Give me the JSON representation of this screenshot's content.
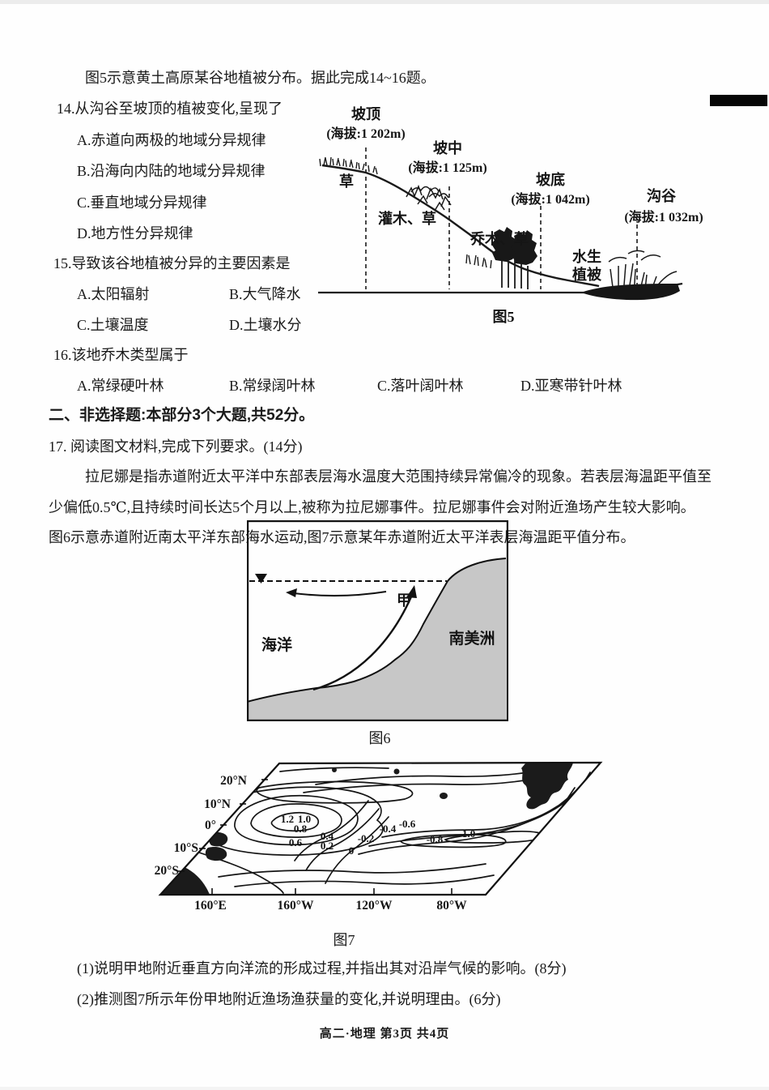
{
  "colors": {
    "text": "#1b1b1b",
    "land_gray": "#c7c7c7",
    "ink": "#151515",
    "water_dark": "#161616"
  },
  "page": {
    "intro": "图5示意黄土高原某谷地植被分布。据此完成14~16题。",
    "footer": "高二·地理 第3页 共4页"
  },
  "q14": {
    "stem": "14.从沟谷至坡顶的植被变化,呈现了",
    "options": [
      "A.赤道向两极的地域分异规律",
      "B.沿海向内陆的地域分异规律",
      "C.垂直地域分异规律",
      "D.地方性分异规律"
    ]
  },
  "q15": {
    "stem": "15.导致该谷地植被分异的主要因素是",
    "options": [
      "A.太阳辐射",
      "B.大气降水",
      "C.土壤温度",
      "D.土壤水分"
    ]
  },
  "q16": {
    "stem": "16.该地乔木类型属于",
    "options": [
      "A.常绿硬叶林",
      "B.常绿阔叶林",
      "C.落叶阔叶林",
      "D.亚寒带针叶林"
    ]
  },
  "section2": {
    "title": "二、非选择题:本部分3个大题,共52分。"
  },
  "q17": {
    "stem": "17. 阅读图文材料,完成下列要求。(14分)",
    "para1": "拉尼娜是指赤道附近太平洋中东部表层海水温度大范围持续异常偏冷的现象。若表层海温距平值至",
    "para2": "少偏低0.5℃,且持续时间长达5个月以上,被称为拉尼娜事件。拉尼娜事件会对附近渔场产生较大影响。",
    "para3": "图6示意赤道附近南太平洋东部海水运动,图7示意某年赤道附近太平洋表层海温距平值分布。",
    "sub1": "(1)说明甲地附近垂直方向洋流的形成过程,并指出其对沿岸气候的影响。(8分)",
    "sub2": "(2)推测图7所示年份甲地附近渔场渔获量的变化,并说明理由。(6分)"
  },
  "fig5": {
    "caption": "图5",
    "slope_top": "坡顶",
    "slope_top_elev": "(海拔:1 202m)",
    "slope_mid": "坡中",
    "slope_mid_elev": "(海拔:1 125m)",
    "slope_bottom": "坡底",
    "slope_bottom_elev": "(海拔:1 042m)",
    "gully": "沟谷",
    "gully_elev": "(海拔:1 032m)",
    "grass": "草",
    "shrub_grass": "灌木、草",
    "tree_grass": "乔木、草",
    "aquatic1": "水生",
    "aquatic2": "植被"
  },
  "fig6": {
    "caption": "图6",
    "ocean": "海洋",
    "south_america": "南美洲",
    "jia": "甲"
  },
  "fig7": {
    "caption": "图7",
    "lat": [
      "20°N",
      "10°N",
      "0°",
      "10°S",
      "20°S"
    ],
    "lon": [
      "160°E",
      "160°W",
      "120°W",
      "80°W"
    ],
    "contours": [
      "1.2",
      "1.0",
      "0.8",
      "0.6",
      "0.4",
      "0.2",
      "0",
      "-0.2",
      "-0.4",
      "-0.6",
      "-0.8",
      "-1.0"
    ]
  }
}
